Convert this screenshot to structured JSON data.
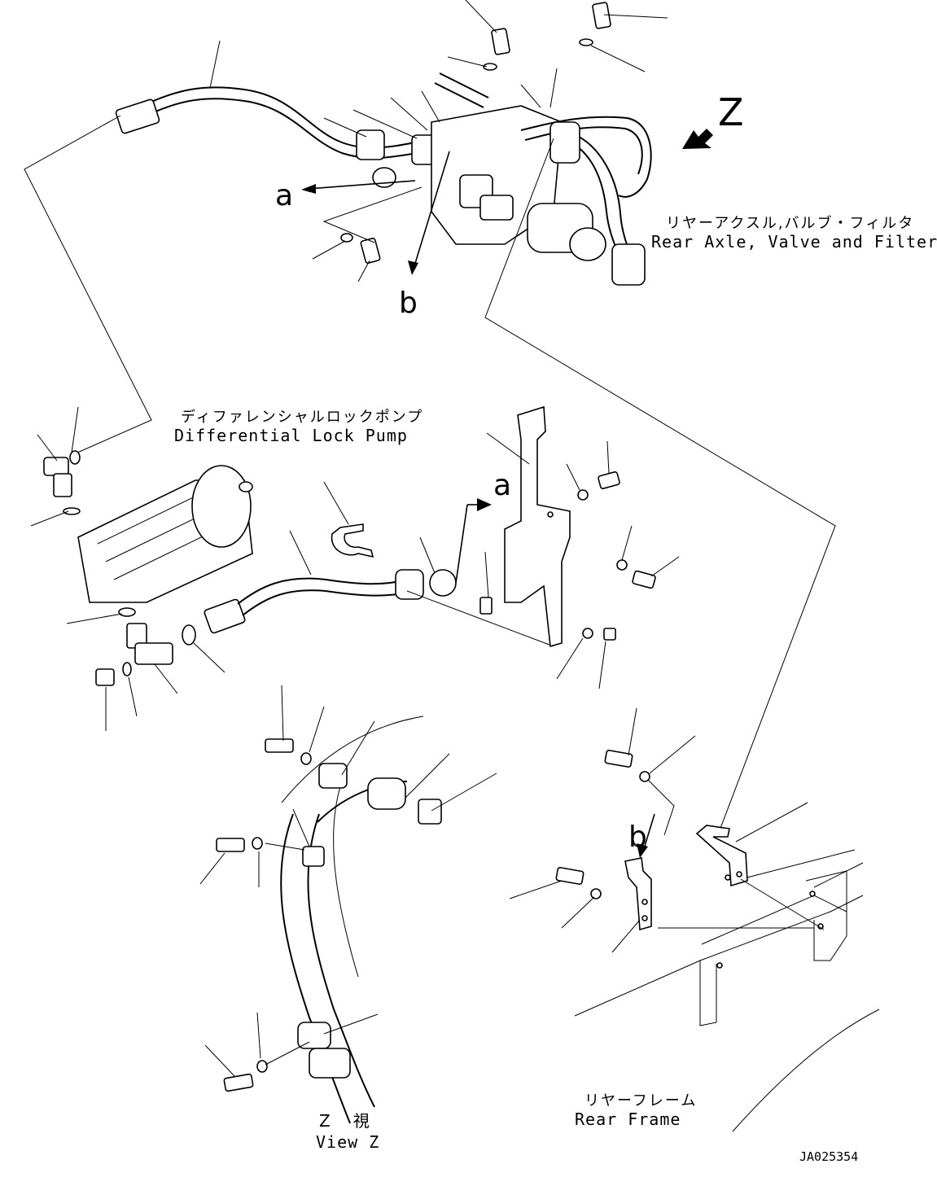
{
  "callouts": {
    "z": "Z",
    "a_top": "a",
    "b_top": "b",
    "a_mid": "a",
    "b_low": "b"
  },
  "labels": {
    "rear_axle_jp": "リヤーアクスル,バルブ・フィルタ",
    "rear_axle_en": "Rear Axle, Valve and Filter",
    "diff_pump_jp": "ディファレンシャルロックポンプ",
    "diff_pump_en": "Differential Lock Pump",
    "view_z_jp": "Z　視",
    "view_z_en": "View Z",
    "rear_frame_jp": "リヤーフレーム",
    "rear_frame_en": "Rear Frame"
  },
  "drawing_number": "JA025354"
}
